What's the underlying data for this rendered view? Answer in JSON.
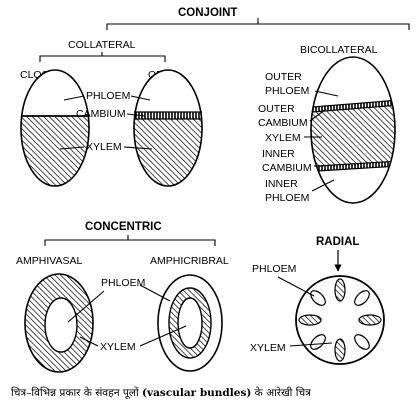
{
  "groups": {
    "conjoint": "CONJOINT",
    "collateral": "COLLATERAL",
    "bicollateral": "BICOLLATERAL",
    "concentric": "CONCENTRIC",
    "radial": "RADIAL"
  },
  "types": {
    "closed": "CLOSED",
    "open": "OPEN",
    "amphivasal": "AMPHIVASAL",
    "amphicribral": "AMPHICRIBRAL"
  },
  "parts": {
    "phloem": "PHLOEM",
    "cambium": "CAMBIUM",
    "xylem": "XYLEM",
    "outer_phloem_1": "OUTER",
    "outer_phloem_2": "PHLOEM",
    "outer_cambium_1": "OUTER",
    "outer_cambium_2": "CAMBIUM",
    "inner_cambium_1": "INNER",
    "inner_cambium_2": "CAMBIUM",
    "inner_phloem_1": "INNER",
    "inner_phloem_2": "PHLOEM"
  },
  "caption": {
    "prefix": "चित्र–विभिन्न प्रकार के संवहन पूलों ",
    "term": "(vascular bundles)",
    "suffix": " के आरेखी चित्र"
  }
}
